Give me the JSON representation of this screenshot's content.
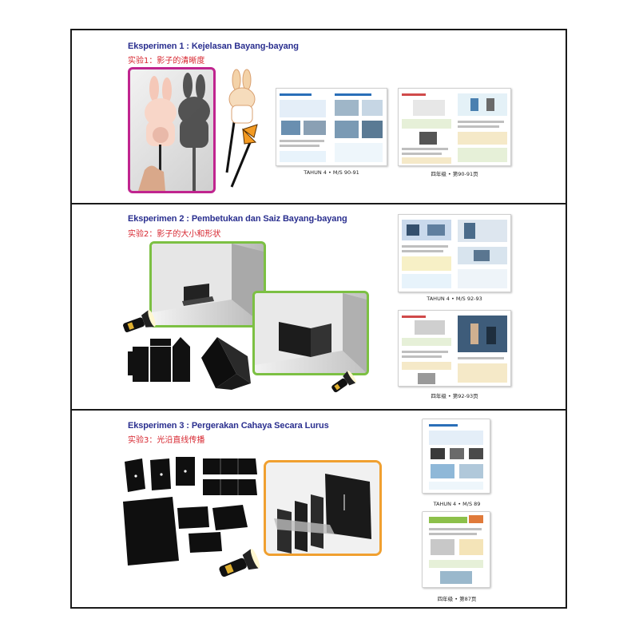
{
  "sections": [
    {
      "title": "Eksperimen 1 : Kejelasan Bayang-bayang",
      "subtitle": "实验1：影子的清晰度",
      "captions": [
        "TAHUN 4 • M/S 90-91",
        "四年级 • 第90-91页"
      ]
    },
    {
      "title": "Eksperimen 2 : Pembetukan dan Saiz Bayang-bayang",
      "subtitle": "实验2：影子的大小和形状",
      "captions": [
        "TAHUN 4 • M/S 92-93",
        "四年级 • 第92-93页"
      ]
    },
    {
      "title": "Eksperimen 3 : Pergerakan Cahaya Secara Lurus",
      "subtitle": "实验3：光沿直线传播",
      "captions": [
        "TAHUN 4 • M/S 89",
        "四年级 • 第87页"
      ]
    }
  ],
  "colors": {
    "title": "#2a2f8f",
    "subtitle": "#d7262f",
    "frame_pink": "#c0258f",
    "frame_green": "#7cc043",
    "frame_orange": "#f0a030"
  }
}
